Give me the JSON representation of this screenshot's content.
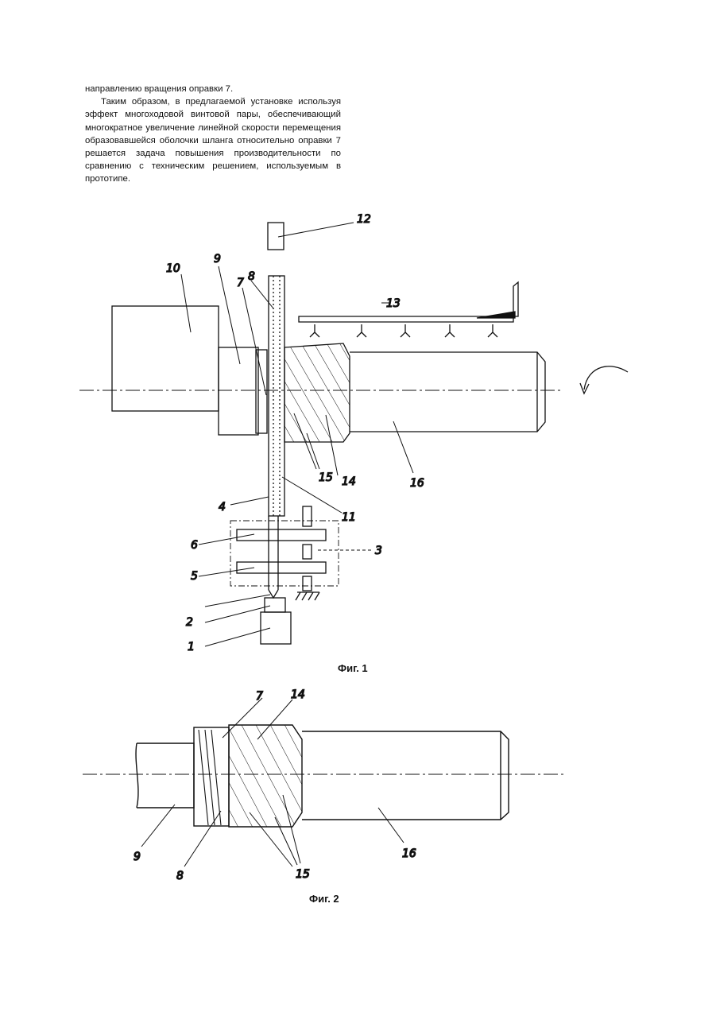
{
  "text": {
    "line_continuation": "направлению вращения оправки 7.",
    "paragraph": "Таким образом, в предлагаемой установке используя эффект многоходовой винтовой пары, обеспечивающий многократное увеличение линейной скорости перемещения образовавшейся оболочки шланга относительно оправки 7 решается задача повышения производительности по сравнению с техническим решением, используемым в прототипе."
  },
  "figure1": {
    "caption": "Фиг. 1",
    "labels": {
      "l1": "1",
      "l2": "2",
      "l3": "3",
      "l4": "4",
      "l5": "5",
      "l6": "6",
      "l7": "7",
      "l8": "8",
      "l9": "9",
      "l10": "10",
      "l11": "11",
      "l12": "12",
      "l13": "13",
      "l14": "14",
      "l15": "15",
      "l16": "16"
    }
  },
  "figure2": {
    "caption": "Фиг. 2",
    "labels": {
      "l7": "7",
      "l8": "8",
      "l9": "9",
      "l14": "14",
      "l15": "15",
      "l16": "16"
    }
  }
}
